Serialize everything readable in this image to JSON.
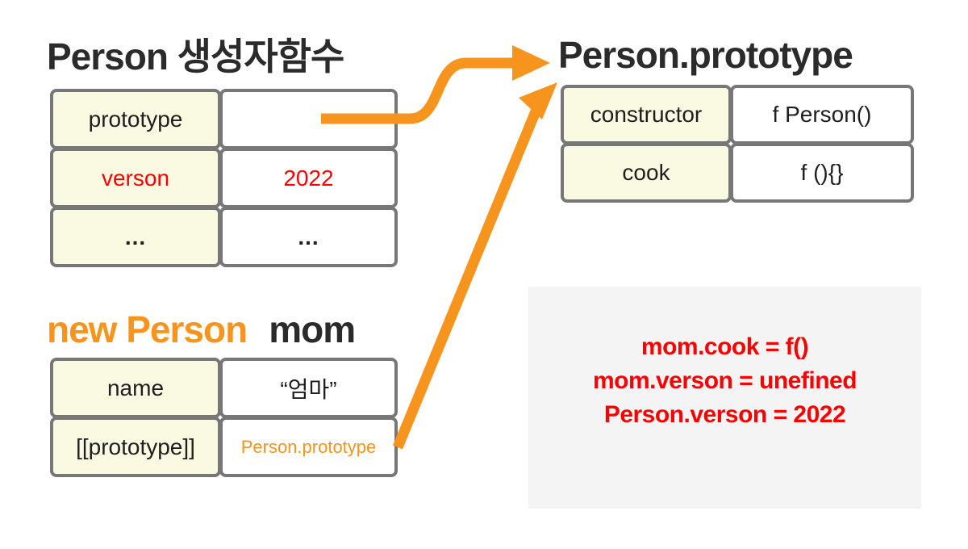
{
  "colors": {
    "orange": "#F7941D",
    "red": "#FA0000",
    "cell_yellow": "#FAFAE3",
    "border_gray": "#777777",
    "panel_gray": "#F4F4F4",
    "title_dark": "#2B2B2B"
  },
  "constructor_table": {
    "title": "Person 생성자함수",
    "rows": [
      {
        "key": "prototype",
        "value": ""
      },
      {
        "key": "verson",
        "value": "2022"
      },
      {
        "key": "...",
        "value": "..."
      }
    ]
  },
  "prototype_table": {
    "title": "Person.prototype",
    "rows": [
      {
        "key": "constructor",
        "value": "f Person()"
      },
      {
        "key": "cook",
        "value": "f (){}"
      }
    ]
  },
  "instance_table": {
    "title_keyword": "new Person",
    "title_varname": "mom",
    "rows": [
      {
        "key": "name",
        "value": "“엄마”"
      },
      {
        "key": "[[prototype]]",
        "value": "Person.prototype"
      }
    ]
  },
  "notes_panel": {
    "lines": [
      "mom.cook = f()",
      "mom.verson = unefined",
      "Person.verson = 2022"
    ]
  },
  "icons": {
    "curved_arrow": "orange-curved-arrow-to-prototype",
    "diagonal_arrow": "orange-diagonal-arrow-to-prototype"
  }
}
